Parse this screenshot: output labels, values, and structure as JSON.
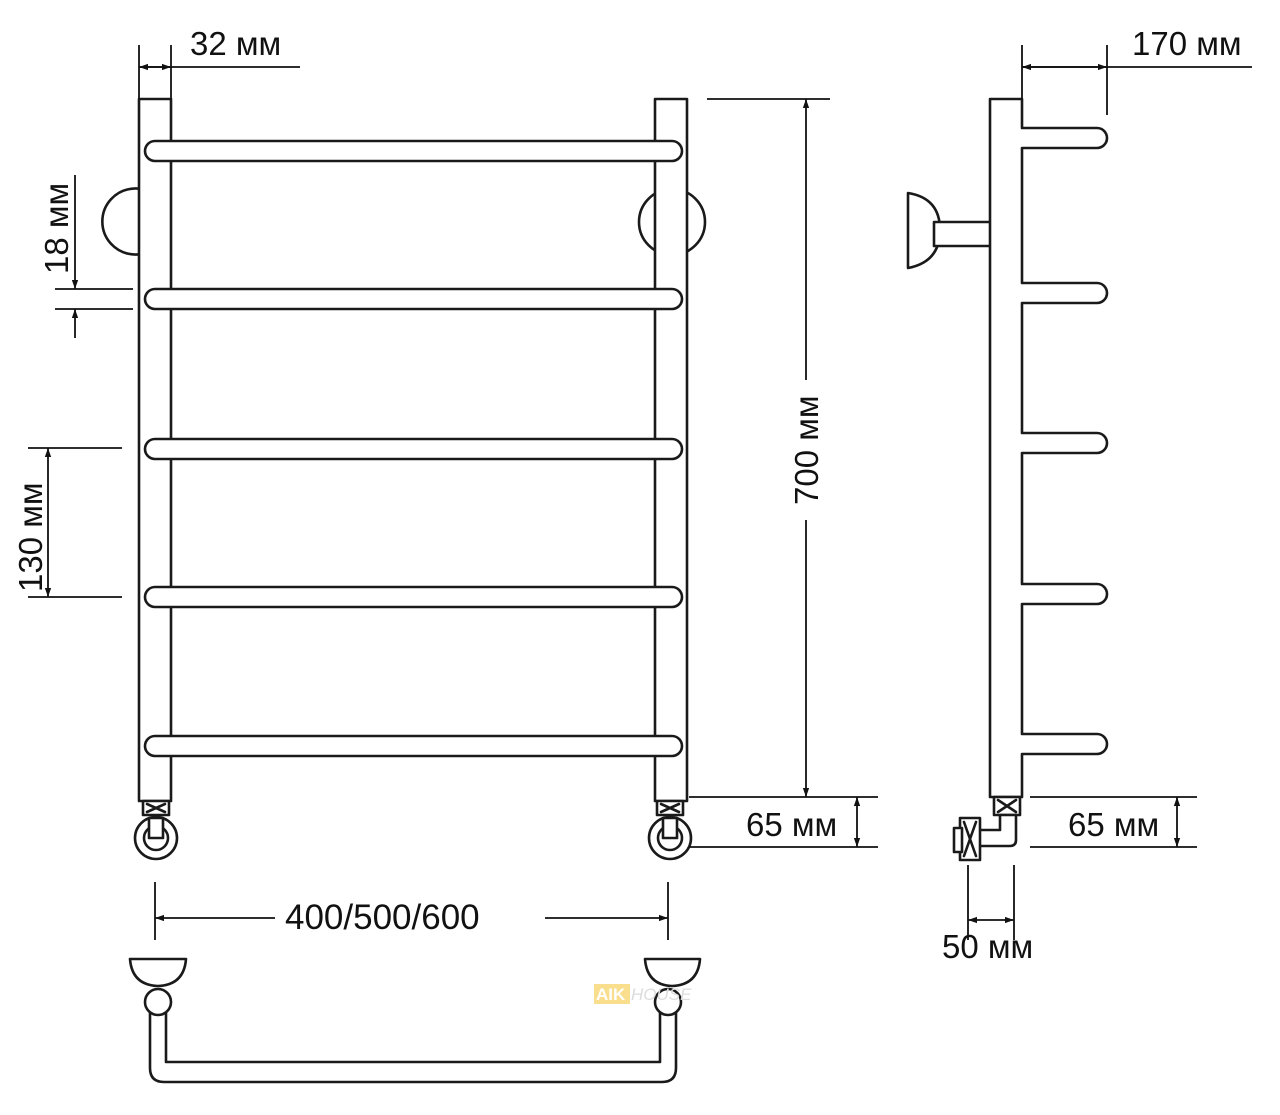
{
  "dimensions": {
    "pipe_diameter": "32 мм",
    "depth": "170 мм",
    "rung_gap": "18 мм",
    "rung_spacing": "130 мм",
    "height": "700 мм",
    "connector_front": "65 мм",
    "connector_side": "65 мм",
    "widths": "400/500/600",
    "wall_offset": "50 мм"
  },
  "watermark": {
    "brand_a": "AIK",
    "brand_b": "HOUSE"
  }
}
